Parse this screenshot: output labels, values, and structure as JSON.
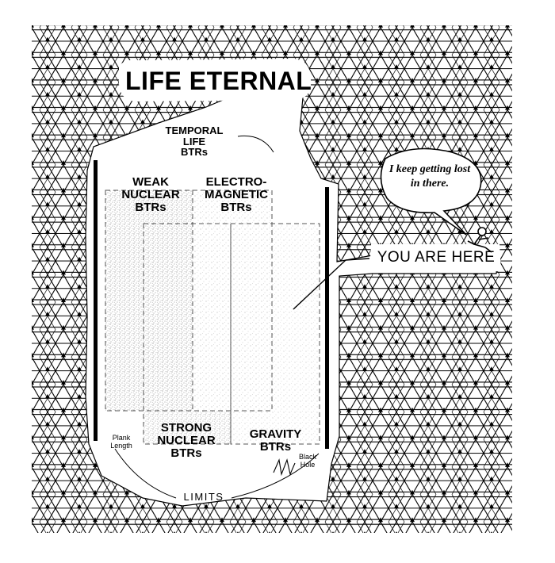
{
  "diagram": {
    "title": "LIFE ETERNAL",
    "labels": {
      "temporal_life": [
        "TEMPORAL",
        "LIFE",
        "BTRs"
      ],
      "weak_nuclear": [
        "WEAK",
        "NUCLEAR",
        "BTRs"
      ],
      "electromagnetic": [
        "ELECTRO-",
        "MAGNETIC",
        "BTRs"
      ],
      "strong_nuclear": [
        "STRONG",
        "NUCLEAR",
        "BTRs"
      ],
      "gravity": [
        "GRAVITY",
        "BTRs"
      ],
      "plank_length": [
        "Plank",
        "Length"
      ],
      "black_hole": [
        "Black",
        "Hole"
      ],
      "limits": "LIMITS",
      "you_are_here": "YOU ARE HERE",
      "speech_bubble": "I keep getting lost in there."
    },
    "colors": {
      "ink": "#000000",
      "paper": "#ffffff",
      "stipple": "#8a8a8a"
    },
    "icons": [
      "sitting-person-icon"
    ]
  }
}
